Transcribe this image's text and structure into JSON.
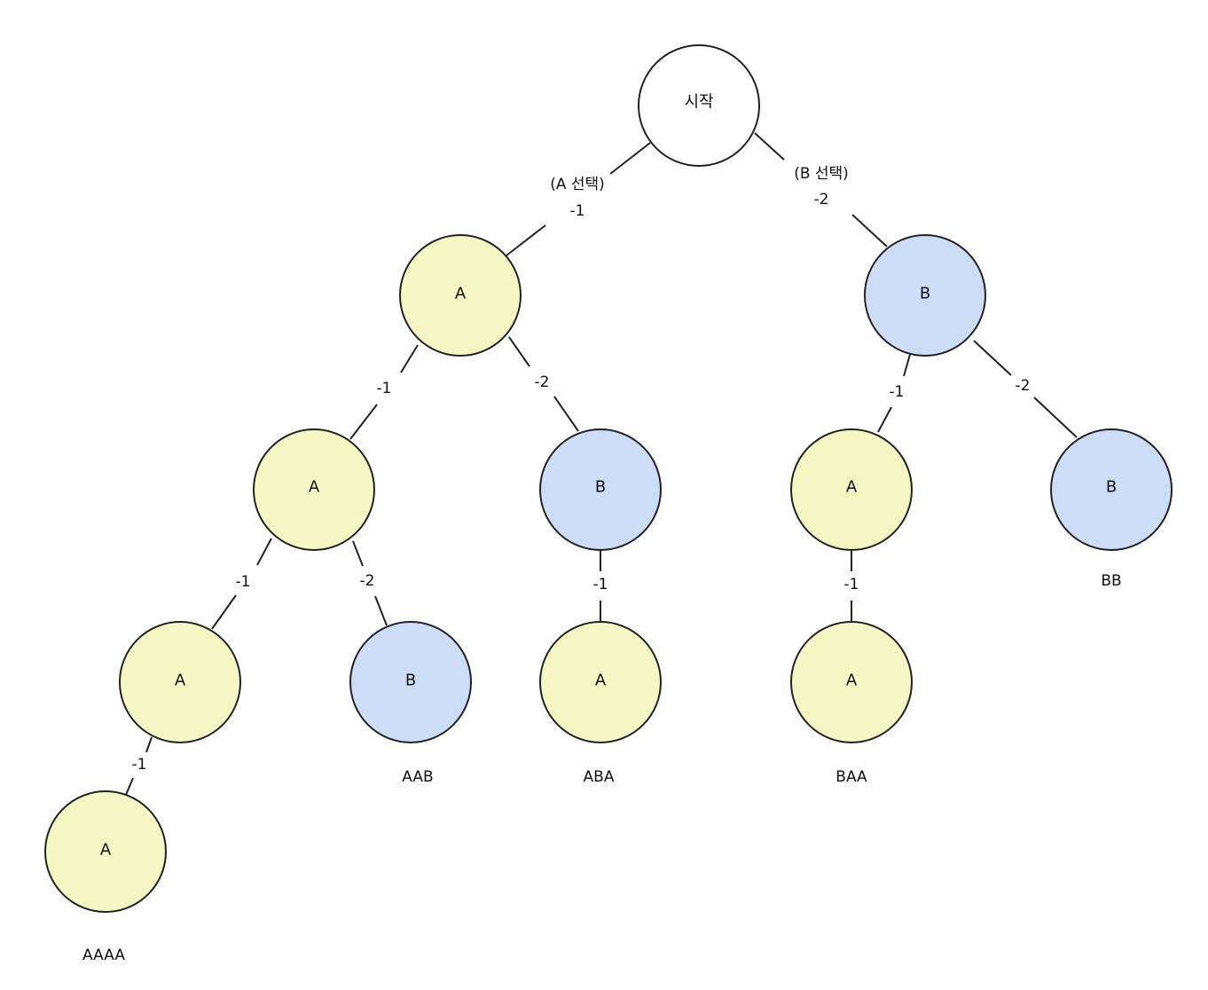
{
  "colors": {
    "start_fill": "#ffffff",
    "a_fill": "#f5f7c4",
    "b_fill": "#cddcf7",
    "stroke": "#222222"
  },
  "nodes": {
    "start": {
      "label": "시작",
      "kind": "start"
    },
    "n1_a": {
      "label": "A",
      "kind": "a"
    },
    "n1_b": {
      "label": "B",
      "kind": "b"
    },
    "n2_aa": {
      "label": "A",
      "kind": "a"
    },
    "n2_ab": {
      "label": "B",
      "kind": "b"
    },
    "n2_ba": {
      "label": "A",
      "kind": "a"
    },
    "n2_bb": {
      "label": "B",
      "kind": "b"
    },
    "n3_aaa": {
      "label": "A",
      "kind": "a"
    },
    "n3_aab": {
      "label": "B",
      "kind": "b"
    },
    "n3_aba": {
      "label": "A",
      "kind": "a"
    },
    "n3_baa": {
      "label": "A",
      "kind": "a"
    },
    "n4_aaaa": {
      "label": "A",
      "kind": "a"
    }
  },
  "edges": {
    "start_a": {
      "line1": "(A 선택)",
      "line2": "-1"
    },
    "start_b": {
      "line1": "(B 선택)",
      "line2": "-2"
    },
    "a_aa": {
      "label": "-1"
    },
    "a_ab": {
      "label": "-2"
    },
    "b_ba": {
      "label": "-1"
    },
    "b_bb": {
      "label": "-2"
    },
    "aa_aaa": {
      "label": "-1"
    },
    "aa_aab": {
      "label": "-2"
    },
    "ab_aba": {
      "label": "-1"
    },
    "ba_baa": {
      "label": "-1"
    },
    "aaa_aaaa": {
      "label": "-1"
    }
  },
  "leaves": {
    "aaaa": "AAAA",
    "aab": "AAB",
    "aba": "ABA",
    "baa": "BAA",
    "bb": "BB"
  }
}
